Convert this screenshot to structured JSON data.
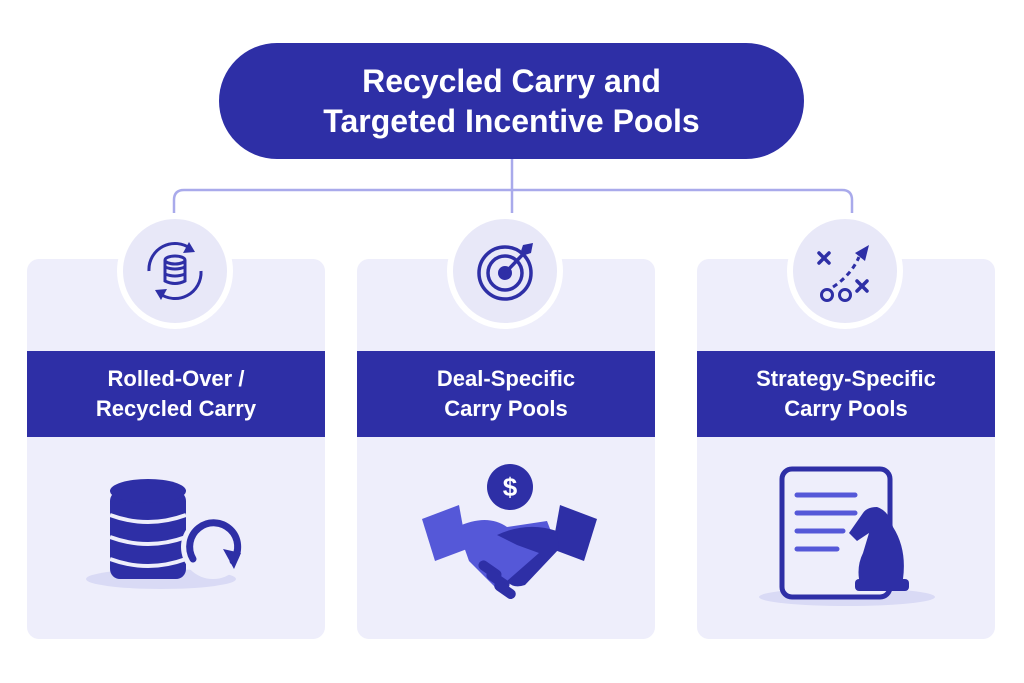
{
  "diagram": {
    "title_line1": "Recycled Carry and",
    "title_line2": "Targeted Incentive Pools",
    "cards": [
      {
        "line1": "Rolled-Over /",
        "line2": "Recycled Carry",
        "badge_icon": "cycle-coins-icon",
        "illustration_icon": "database-refresh-icon"
      },
      {
        "line1": "Deal-Specific",
        "line2": "Carry Pools",
        "badge_icon": "target-arrow-icon",
        "illustration_icon": "handshake-dollar-icon"
      },
      {
        "line1": "Strategy-Specific",
        "line2": "Carry Pools",
        "badge_icon": "play-diagram-icon",
        "illustration_icon": "document-chess-knight-icon"
      }
    ]
  },
  "colors": {
    "primary": "#2e2fa6",
    "accent": "#5558d8",
    "card_bg": "#eeeefb",
    "connector": "#a9aaeb"
  }
}
